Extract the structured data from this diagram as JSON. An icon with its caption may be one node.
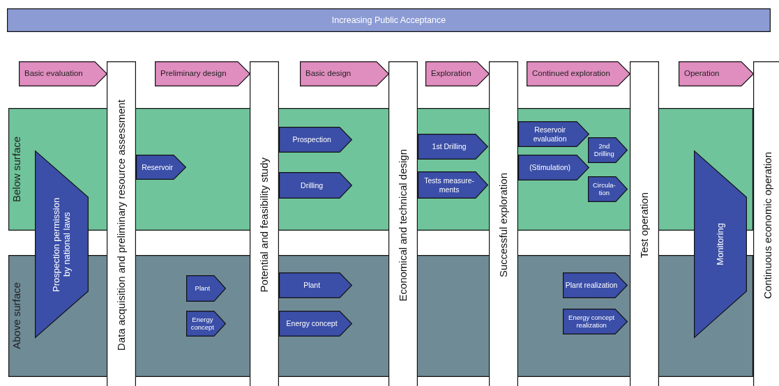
{
  "diagram": {
    "nodes": [
      {
        "text": [
          "Increasing Public Acceptance"
        ]
      },
      {
        "text": [
          "Basic evaluation"
        ]
      },
      {
        "text": [
          "Preliminary design"
        ]
      },
      {
        "text": [
          "Basic design"
        ]
      },
      {
        "text": [
          "Exploration"
        ]
      },
      {
        "text": [
          "Continued exploration"
        ]
      },
      {
        "text": [
          "Operation"
        ]
      },
      {
        "text": [
          "Data acquisition and preliminary resource assessment"
        ]
      },
      {
        "text": [
          "Potential and feasibility study"
        ]
      },
      {
        "text": [
          "Economical and technical design"
        ]
      },
      {
        "text": [
          "Successful exploration"
        ]
      },
      {
        "text": [
          "Test operation"
        ]
      },
      {
        "text": [
          "Continuous economic operation"
        ]
      },
      {
        "text": [
          "Below surface"
        ]
      },
      {
        "text": [
          "Above surface"
        ]
      },
      {
        "text": [
          "Prospection permission by national laws"
        ]
      },
      {
        "text": [
          "Reservoir"
        ],
        "in": 13
      },
      {
        "text": [
          "Prospection"
        ],
        "in": 13
      },
      {
        "text": [
          "Drilling"
        ],
        "in": 13
      },
      {
        "text": [
          "1st Drilling"
        ],
        "in": 13
      },
      {
        "text": [
          "Tests measure- ments"
        ],
        "in": 13
      },
      {
        "text": [
          "Reservoir evaluation"
        ],
        "in": 13
      },
      {
        "text": [
          "(Stimulation)"
        ],
        "in": 13
      },
      {
        "text": [
          "2nd Drilling"
        ],
        "in": 13
      },
      {
        "text": [
          "Circula- tion"
        ],
        "in": 13
      },
      {
        "text": [
          "Monitoring"
        ]
      },
      {
        "text": [
          "Plant"
        ],
        "in": 14
      },
      {
        "text": [
          "Energy concept"
        ],
        "in": 14
      },
      {
        "text": [
          "Plant"
        ],
        "in": 14
      },
      {
        "text": [
          "Energy concept"
        ],
        "in": 14
      },
      {
        "text": [
          "Plant realization"
        ],
        "in": 14
      },
      {
        "text": [
          "Energy concept realization"
        ],
        "in": 14
      }
    ]
  }
}
